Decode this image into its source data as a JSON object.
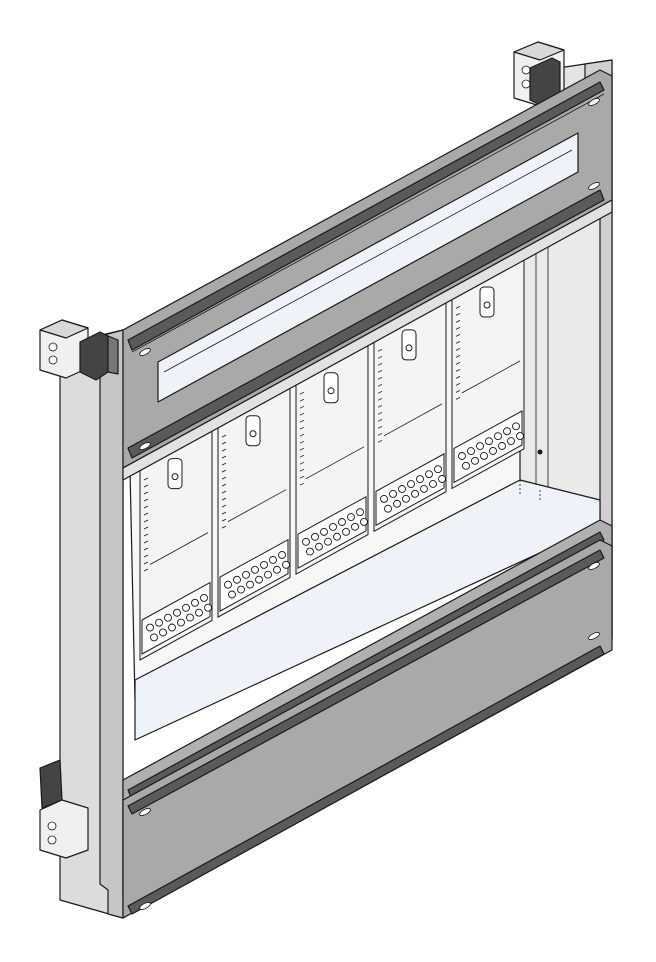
{
  "figure": {
    "subject": "modular-enclosure-frame",
    "colors": {
      "outline": "#1a1a1a",
      "frame": "#e6e6e6",
      "frame_shade": "#cfcfcf",
      "cover": "#a9a9a9",
      "cover_dark": "#8c8c8c",
      "rail": "#5a5a5a",
      "glass": "#eef3fa",
      "module": "#f4f4f4",
      "background": "#ffffff"
    },
    "module_count": 5,
    "knockout_holes_per_plate": 14
  }
}
